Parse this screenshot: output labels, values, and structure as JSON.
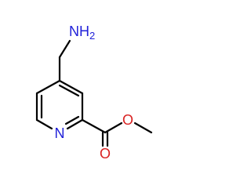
{
  "molecule": {
    "atoms": {
      "amine": {
        "element": "N",
        "hydrogens": "2",
        "color": "#2121d9"
      },
      "ring_nitrogen": {
        "element": "N",
        "color": "#2121d9"
      },
      "ester_oxygen": {
        "element": "O",
        "color": "#d92121"
      },
      "carbonyl_oxygen": {
        "element": "O",
        "color": "#d92121"
      }
    },
    "bond_color": "#000000"
  }
}
